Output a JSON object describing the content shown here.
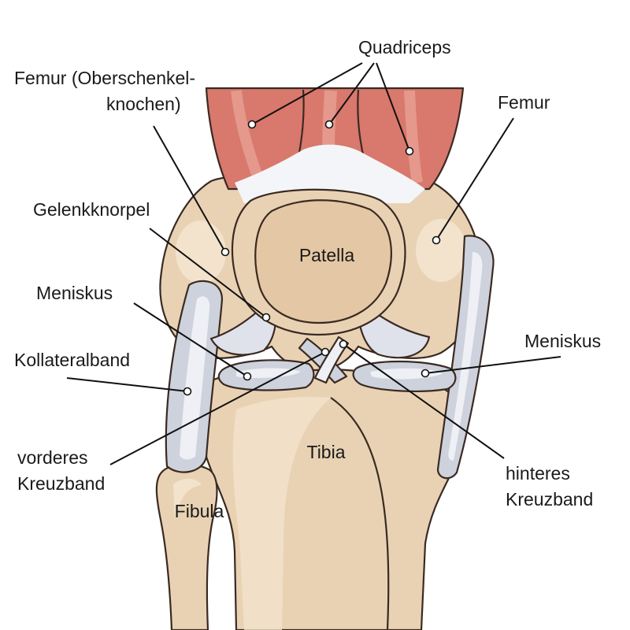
{
  "colors": {
    "bone": "#e9d2b4",
    "bone_shade": "#d9b995",
    "bone_light": "#f3e3cc",
    "muscle": "#d9786c",
    "muscle_light": "#eaa59a",
    "ligament": "#cdd2dc",
    "ligament_light": "#eef0f5",
    "outline": "#3a2a22",
    "text": "#1a1a1a"
  },
  "labels": {
    "quadriceps": "Quadriceps",
    "femur_left_line1": "Femur (Oberschenkel-",
    "femur_left_line2": "knochen)",
    "femur_right": "Femur",
    "gelenkknorpel": "Gelenkknorpel",
    "meniskus_left": "Meniskus",
    "meniskus_right": "Meniskus",
    "kollateralband": "Kollateralband",
    "vorderes_line1": "vorderes",
    "vorderes_line2": "Kreuzband",
    "hinteres_line1": "hinteres",
    "hinteres_line2": "Kreuzband"
  },
  "inline_labels": {
    "patella": "Patella",
    "tibia": "Tibia",
    "fibula": "Fibula"
  }
}
